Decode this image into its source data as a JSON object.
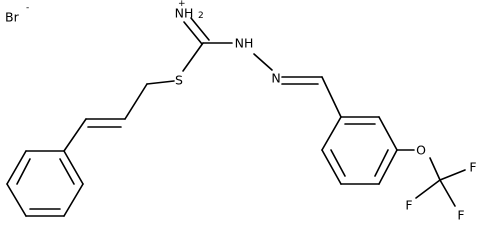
{
  "molecule": {
    "counterion": {
      "symbol": "Br",
      "charge": "-"
    },
    "atoms": {
      "imine_nitrogen": {
        "symbol": "NH",
        "subscript": "2",
        "charge": "+"
      },
      "hydrazine_nitrogen": {
        "symbol": "NH"
      },
      "imine_n2": {
        "symbol": "N"
      },
      "sulfur": {
        "symbol": "S"
      },
      "ether_oxygen": {
        "symbol": "O"
      },
      "fluorine_1": {
        "symbol": "F"
      },
      "fluorine_2": {
        "symbol": "F"
      },
      "fluorine_3": {
        "symbol": "F"
      }
    }
  }
}
